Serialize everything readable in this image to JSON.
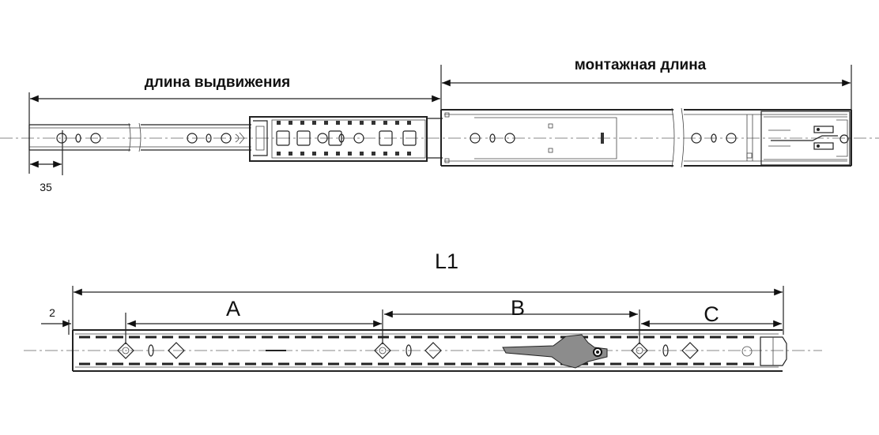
{
  "labels": {
    "extension_length": "длина выдвижения",
    "mounting_length": "монтажная длина",
    "offset_35": "35",
    "l1": "L1",
    "offset_2": "2",
    "dim_a": "A",
    "dim_b": "B",
    "dim_c": "C"
  }
}
